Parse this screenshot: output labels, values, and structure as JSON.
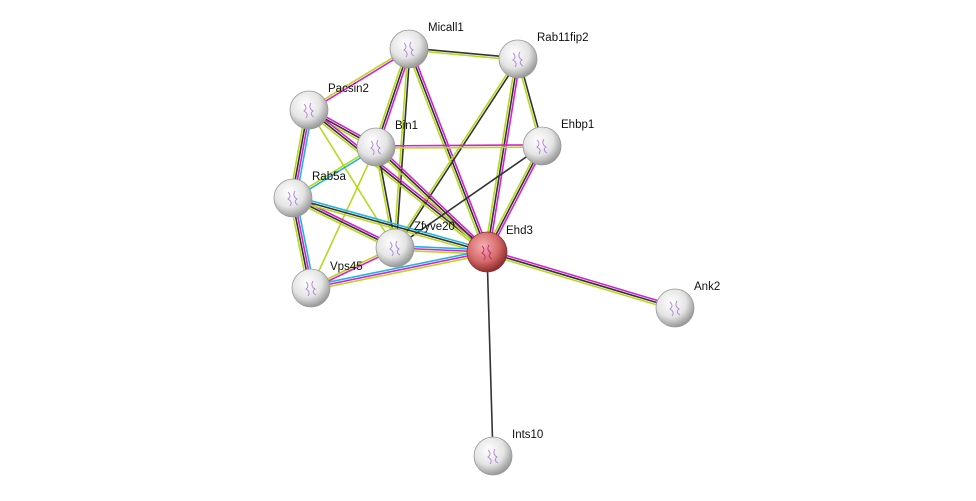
{
  "colors": {
    "cyan": "#1fb6dc",
    "magenta": "#d61fd6",
    "black": "#333333",
    "yellow": "#b8d820",
    "node": "#e6e6e6",
    "query_node": "#d66a6a"
  },
  "nodes": [
    {
      "id": "Micall1",
      "label": "Micall1",
      "query": false
    },
    {
      "id": "Rab11fip2",
      "label": "Rab11fip2",
      "query": false
    },
    {
      "id": "Pacsin2",
      "label": "Pacsin2",
      "query": false
    },
    {
      "id": "Bin1",
      "label": "Bin1",
      "query": false
    },
    {
      "id": "Ehbp1",
      "label": "Ehbp1",
      "query": false
    },
    {
      "id": "Rab5a",
      "label": "Rab5a",
      "query": false
    },
    {
      "id": "Zfyve20",
      "label": "Zfyve20",
      "query": false
    },
    {
      "id": "Ehd3",
      "label": "Ehd3",
      "query": true
    },
    {
      "id": "Vps45",
      "label": "Vps45",
      "query": false
    },
    {
      "id": "Ank2",
      "label": "Ank2",
      "query": false
    },
    {
      "id": "Ints10",
      "label": "Ints10",
      "query": false
    }
  ],
  "edges": [
    {
      "from": "Micall1",
      "to": "Rab11fip2",
      "evidence": [
        "black",
        "yellow"
      ]
    },
    {
      "from": "Micall1",
      "to": "Pacsin2",
      "evidence": [
        "magenta",
        "yellow"
      ]
    },
    {
      "from": "Micall1",
      "to": "Bin1",
      "evidence": [
        "magenta",
        "black",
        "yellow"
      ]
    },
    {
      "from": "Micall1",
      "to": "Zfyve20",
      "evidence": [
        "black",
        "yellow"
      ]
    },
    {
      "from": "Micall1",
      "to": "Ehd3",
      "evidence": [
        "magenta",
        "black",
        "yellow"
      ]
    },
    {
      "from": "Rab11fip2",
      "to": "Zfyve20",
      "evidence": [
        "black",
        "yellow"
      ]
    },
    {
      "from": "Rab11fip2",
      "to": "Ehd3",
      "evidence": [
        "magenta",
        "black",
        "yellow"
      ]
    },
    {
      "from": "Rab11fip2",
      "to": "Ehbp1",
      "evidence": [
        "black",
        "yellow"
      ]
    },
    {
      "from": "Pacsin2",
      "to": "Bin1",
      "evidence": [
        "magenta",
        "black",
        "yellow"
      ]
    },
    {
      "from": "Pacsin2",
      "to": "Rab5a",
      "evidence": [
        "cyan",
        "magenta",
        "black",
        "yellow"
      ]
    },
    {
      "from": "Pacsin2",
      "to": "Ehd3",
      "evidence": [
        "magenta",
        "black",
        "yellow"
      ]
    },
    {
      "from": "Pacsin2",
      "to": "Zfyve20",
      "evidence": [
        "yellow"
      ]
    },
    {
      "from": "Bin1",
      "to": "Ehbp1",
      "evidence": [
        "magenta",
        "yellow"
      ]
    },
    {
      "from": "Bin1",
      "to": "Ehd3",
      "evidence": [
        "magenta",
        "black",
        "yellow"
      ]
    },
    {
      "from": "Bin1",
      "to": "Zfyve20",
      "evidence": [
        "black",
        "yellow"
      ]
    },
    {
      "from": "Bin1",
      "to": "Rab5a",
      "evidence": [
        "cyan",
        "yellow"
      ]
    },
    {
      "from": "Bin1",
      "to": "Vps45",
      "evidence": [
        "yellow"
      ]
    },
    {
      "from": "Ehbp1",
      "to": "Ehd3",
      "evidence": [
        "magenta",
        "black",
        "yellow"
      ]
    },
    {
      "from": "Ehbp1",
      "to": "Zfyve20",
      "evidence": [
        "black"
      ]
    },
    {
      "from": "Rab5a",
      "to": "Vps45",
      "evidence": [
        "cyan",
        "magenta",
        "black",
        "yellow"
      ]
    },
    {
      "from": "Rab5a",
      "to": "Zfyve20",
      "evidence": [
        "magenta",
        "black",
        "yellow"
      ]
    },
    {
      "from": "Rab5a",
      "to": "Ehd3",
      "evidence": [
        "cyan",
        "black",
        "yellow"
      ]
    },
    {
      "from": "Zfyve20",
      "to": "Ehd3",
      "evidence": [
        "cyan",
        "magenta",
        "yellow"
      ]
    },
    {
      "from": "Zfyve20",
      "to": "Vps45",
      "evidence": [
        "magenta",
        "yellow"
      ]
    },
    {
      "from": "Vps45",
      "to": "Ehd3",
      "evidence": [
        "cyan",
        "magenta",
        "yellow"
      ]
    },
    {
      "from": "Ehd3",
      "to": "Ank2",
      "evidence": [
        "magenta",
        "black",
        "yellow"
      ]
    },
    {
      "from": "Ehd3",
      "to": "Ints10",
      "evidence": [
        "black"
      ]
    }
  ]
}
